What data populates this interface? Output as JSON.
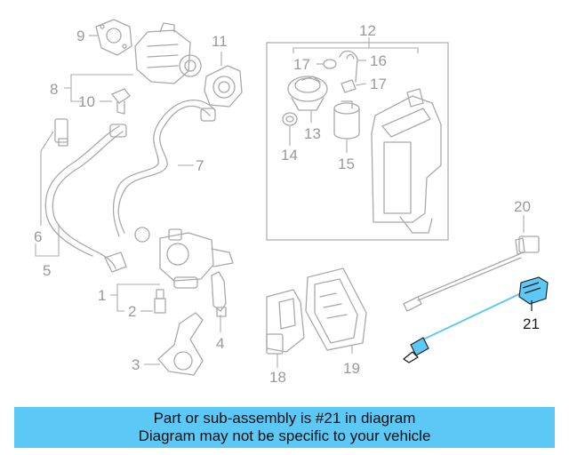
{
  "diagram": {
    "callouts": [
      "1",
      "2",
      "3",
      "4",
      "5",
      "6",
      "7",
      "8",
      "9",
      "10",
      "11",
      "12",
      "13",
      "14",
      "15",
      "16",
      "17",
      "17",
      "18",
      "19",
      "20",
      "21"
    ],
    "highlighted_part": "21",
    "colors": {
      "highlight": "#5bc8f5",
      "line": "#a9a9a9",
      "label": "#9a9a9a",
      "highlight_label": "#1a1a1a"
    }
  },
  "banner": {
    "line1": "Part or sub-assembly is #21 in diagram",
    "line2": "Diagram may not be specific to your vehicle"
  }
}
